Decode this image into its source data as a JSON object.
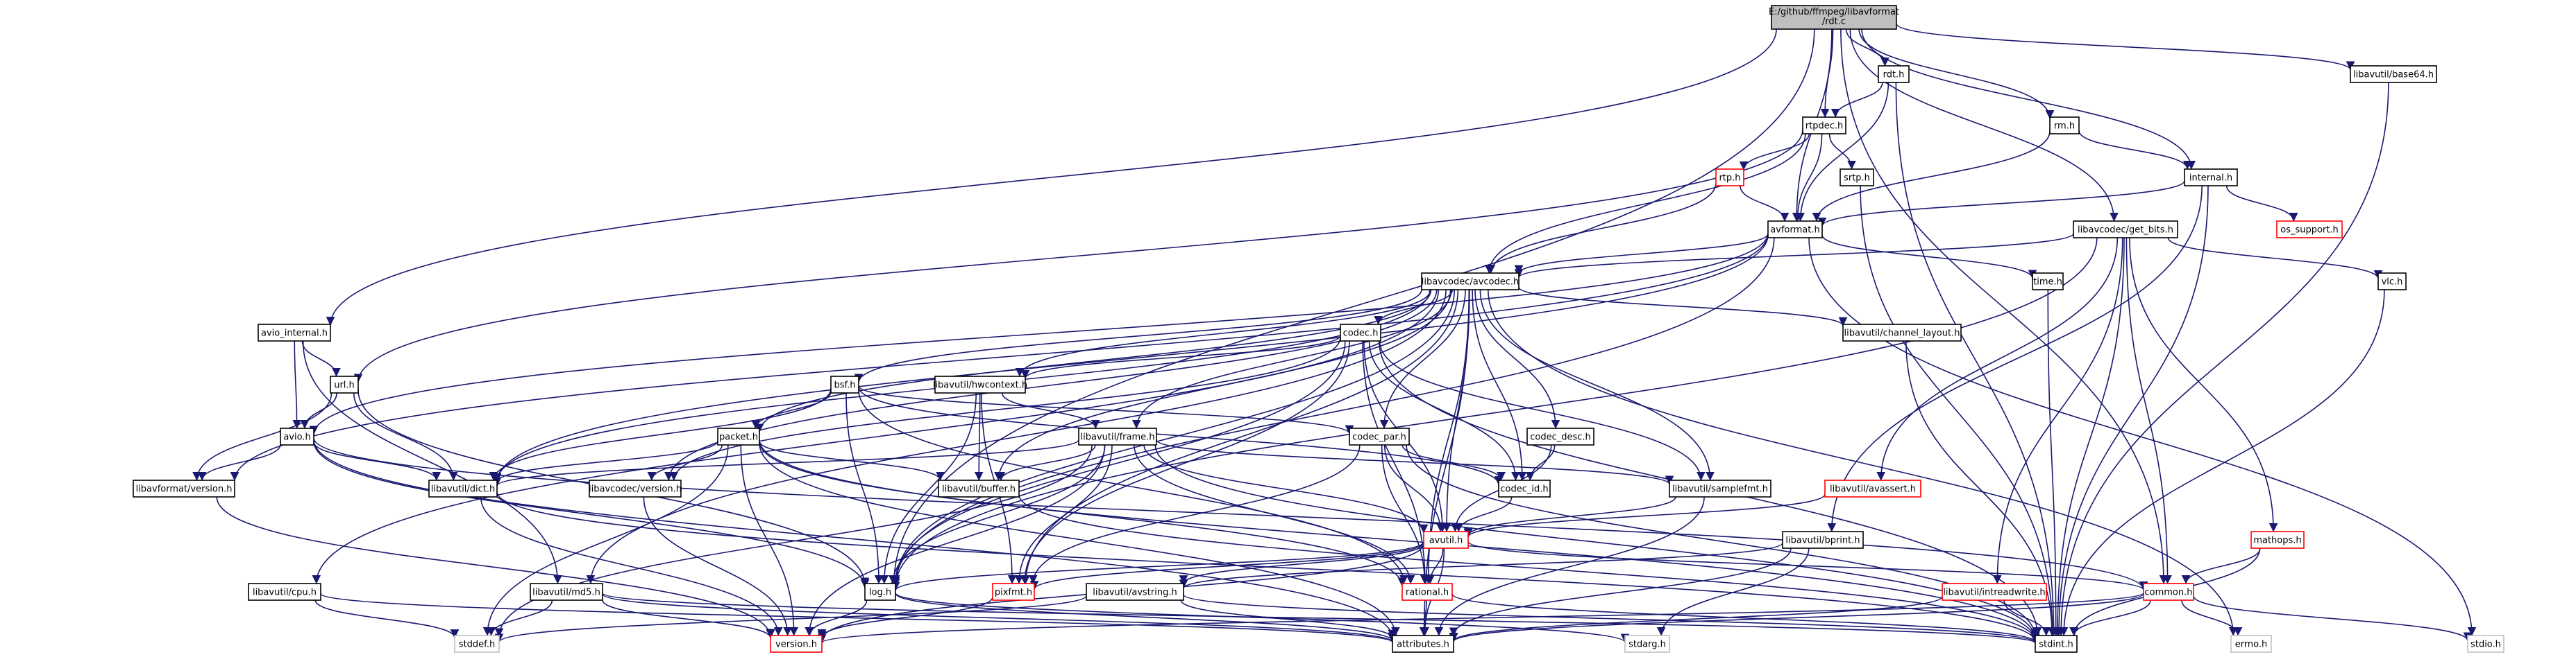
{
  "title": "E:/github/ffmpeg/libavformat/rdt.c",
  "colors": {
    "edge": "#191970",
    "node_border": "#000000",
    "node_fill": "#ffffff",
    "root_fill": "#bfbfbf",
    "external_border": "#ff0000",
    "system_border": "#bfbfbf",
    "system_text": "#7f7f7f"
  },
  "nodes": [
    {
      "id": "root",
      "lines": [
        "E:/github/ffmpeg/libavformat",
        "/rdt.c"
      ],
      "kind": "root"
    },
    {
      "id": "rdt_h",
      "label": "rdt.h",
      "kind": "local"
    },
    {
      "id": "base64",
      "label": "libavutil/base64.h",
      "kind": "local"
    },
    {
      "id": "rtpdec",
      "label": "rtpdec.h",
      "kind": "local"
    },
    {
      "id": "rm_h",
      "label": "rm.h",
      "kind": "local"
    },
    {
      "id": "rtp_h",
      "label": "rtp.h",
      "kind": "external"
    },
    {
      "id": "srtp",
      "label": "srtp.h",
      "kind": "local"
    },
    {
      "id": "internal",
      "label": "internal.h",
      "kind": "local"
    },
    {
      "id": "os_support",
      "label": "os_support.h",
      "kind": "external"
    },
    {
      "id": "avformat",
      "label": "avformat.h",
      "kind": "local"
    },
    {
      "id": "getbits",
      "label": "libavcodec/get_bits.h",
      "kind": "local"
    },
    {
      "id": "avcodec",
      "label": "libavcodec/avcodec.h",
      "kind": "local"
    },
    {
      "id": "time_h",
      "label": "time.h",
      "kind": "local"
    },
    {
      "id": "vlc",
      "label": "vlc.h",
      "kind": "local"
    },
    {
      "id": "avio_internal",
      "label": "avio_internal.h",
      "kind": "local"
    },
    {
      "id": "codec_h",
      "label": "codec.h",
      "kind": "local"
    },
    {
      "id": "chlayout",
      "label": "libavutil/channel_layout.h",
      "kind": "local"
    },
    {
      "id": "url",
      "label": "url.h",
      "kind": "local"
    },
    {
      "id": "bsf",
      "label": "bsf.h",
      "kind": "local"
    },
    {
      "id": "hwcontext",
      "label": "libavutil/hwcontext.h",
      "kind": "local"
    },
    {
      "id": "avio",
      "label": "avio.h",
      "kind": "local"
    },
    {
      "id": "packet",
      "label": "packet.h",
      "kind": "local"
    },
    {
      "id": "frame",
      "label": "libavutil/frame.h",
      "kind": "local"
    },
    {
      "id": "codec_par",
      "label": "codec_par.h",
      "kind": "local"
    },
    {
      "id": "codec_desc",
      "label": "codec_desc.h",
      "kind": "local"
    },
    {
      "id": "avassert",
      "label": "libavutil/avassert.h",
      "kind": "external"
    },
    {
      "id": "mathops",
      "label": "mathops.h",
      "kind": "external"
    },
    {
      "id": "fmtversion",
      "label": "libavformat/version.h",
      "kind": "local"
    },
    {
      "id": "dict",
      "label": "libavutil/dict.h",
      "kind": "local"
    },
    {
      "id": "codecversion",
      "label": "libavcodec/version.h",
      "kind": "local"
    },
    {
      "id": "buffer",
      "label": "libavutil/buffer.h",
      "kind": "local"
    },
    {
      "id": "codec_id",
      "label": "codec_id.h",
      "kind": "local"
    },
    {
      "id": "samplefmt",
      "label": "libavutil/samplefmt.h",
      "kind": "local"
    },
    {
      "id": "avutil",
      "label": "avutil.h",
      "kind": "external"
    },
    {
      "id": "bprint",
      "label": "libavutil/bprint.h",
      "kind": "local"
    },
    {
      "id": "cpu",
      "label": "libavutil/cpu.h",
      "kind": "local"
    },
    {
      "id": "md5",
      "label": "libavutil/md5.h",
      "kind": "local"
    },
    {
      "id": "log_h",
      "label": "log.h",
      "kind": "local"
    },
    {
      "id": "pixfmt",
      "label": "pixfmt.h",
      "kind": "external"
    },
    {
      "id": "avstring",
      "label": "libavutil/avstring.h",
      "kind": "local"
    },
    {
      "id": "rational",
      "label": "rational.h",
      "kind": "external"
    },
    {
      "id": "intreadwrite",
      "label": "libavutil/intreadwrite.h",
      "kind": "external"
    },
    {
      "id": "common",
      "label": "common.h",
      "kind": "external"
    },
    {
      "id": "stddef",
      "label": "stddef.h",
      "kind": "system"
    },
    {
      "id": "version",
      "label": "version.h",
      "kind": "external"
    },
    {
      "id": "attributes",
      "label": "attributes.h",
      "kind": "local"
    },
    {
      "id": "stdarg",
      "label": "stdarg.h",
      "kind": "system"
    },
    {
      "id": "stdint",
      "label": "stdint.h",
      "kind": "local"
    },
    {
      "id": "errno",
      "label": "errno.h",
      "kind": "system"
    },
    {
      "id": "stdio",
      "label": "stdio.h",
      "kind": "system"
    }
  ],
  "edges": [
    [
      "root",
      "rdt_h"
    ],
    [
      "root",
      "base64"
    ],
    [
      "root",
      "rtpdec"
    ],
    [
      "root",
      "rm_h"
    ],
    [
      "root",
      "internal"
    ],
    [
      "root",
      "avformat"
    ],
    [
      "root",
      "getbits"
    ],
    [
      "root",
      "avio_internal"
    ],
    [
      "root",
      "common"
    ],
    [
      "root",
      "log_h"
    ],
    [
      "rdt_h",
      "rtpdec"
    ],
    [
      "rdt_h",
      "avformat"
    ],
    [
      "rdt_h",
      "stdint"
    ],
    [
      "rm_h",
      "avformat"
    ],
    [
      "rm_h",
      "internal"
    ],
    [
      "base64",
      "stdint"
    ],
    [
      "rtpdec",
      "rtp_h"
    ],
    [
      "rtpdec",
      "srtp"
    ],
    [
      "rtpdec",
      "avformat"
    ],
    [
      "rtpdec",
      "url"
    ],
    [
      "rtpdec",
      "avcodec"
    ],
    [
      "rtp_h",
      "avformat"
    ],
    [
      "rtp_h",
      "avcodec"
    ],
    [
      "srtp",
      "stdint"
    ],
    [
      "internal",
      "os_support"
    ],
    [
      "internal",
      "avformat"
    ],
    [
      "internal",
      "stdint"
    ],
    [
      "internal",
      "bprint"
    ],
    [
      "avformat",
      "time_h"
    ],
    [
      "avformat",
      "stdio"
    ],
    [
      "avformat",
      "avcodec"
    ],
    [
      "avformat",
      "dict"
    ],
    [
      "avformat",
      "avio"
    ],
    [
      "avformat",
      "fmtversion"
    ],
    [
      "avformat",
      "log_h"
    ],
    [
      "time_h",
      "stdint"
    ],
    [
      "getbits",
      "avcodec"
    ],
    [
      "getbits",
      "vlc"
    ],
    [
      "getbits",
      "mathops"
    ],
    [
      "getbits",
      "stdint"
    ],
    [
      "getbits",
      "avassert"
    ],
    [
      "getbits",
      "intreadwrite"
    ],
    [
      "getbits",
      "common"
    ],
    [
      "getbits",
      "log_h"
    ],
    [
      "vlc",
      "stdint"
    ],
    [
      "mathops",
      "common"
    ],
    [
      "mathops",
      "stdint"
    ],
    [
      "avcodec",
      "codec_h"
    ],
    [
      "avcodec",
      "chlayout"
    ],
    [
      "avcodec",
      "bsf"
    ],
    [
      "avcodec",
      "hwcontext"
    ],
    [
      "avcodec",
      "packet"
    ],
    [
      "avcodec",
      "frame"
    ],
    [
      "avcodec",
      "codec_par"
    ],
    [
      "avcodec",
      "codec_desc"
    ],
    [
      "avcodec",
      "codec_id"
    ],
    [
      "avcodec",
      "samplefmt"
    ],
    [
      "avcodec",
      "avutil"
    ],
    [
      "avcodec",
      "buffer"
    ],
    [
      "avcodec",
      "dict"
    ],
    [
      "avcodec",
      "codecversion"
    ],
    [
      "avcodec",
      "cpu"
    ],
    [
      "avcodec",
      "log_h"
    ],
    [
      "avcodec",
      "pixfmt"
    ],
    [
      "avcodec",
      "rational"
    ],
    [
      "avcodec",
      "attributes"
    ],
    [
      "avcodec",
      "errno"
    ],
    [
      "avcodec",
      "md5"
    ],
    [
      "chlayout",
      "stdint"
    ],
    [
      "codec_h",
      "hwcontext"
    ],
    [
      "codec_h",
      "codec_id"
    ],
    [
      "codec_h",
      "codecversion"
    ],
    [
      "codec_h",
      "samplefmt"
    ],
    [
      "codec_h",
      "avutil"
    ],
    [
      "codec_h",
      "log_h"
    ],
    [
      "codec_h",
      "pixfmt"
    ],
    [
      "codec_h",
      "rational"
    ],
    [
      "codec_h",
      "stdint"
    ],
    [
      "hwcontext",
      "buffer"
    ],
    [
      "hwcontext",
      "frame"
    ],
    [
      "hwcontext",
      "log_h"
    ],
    [
      "hwcontext",
      "pixfmt"
    ],
    [
      "bsf",
      "packet"
    ],
    [
      "bsf",
      "codec_par"
    ],
    [
      "bsf",
      "codec_id"
    ],
    [
      "bsf",
      "dict"
    ],
    [
      "bsf",
      "log_h"
    ],
    [
      "bsf",
      "rational"
    ],
    [
      "packet",
      "dict"
    ],
    [
      "packet",
      "buffer"
    ],
    [
      "packet",
      "codecversion"
    ],
    [
      "packet",
      "attributes"
    ],
    [
      "packet",
      "rational"
    ],
    [
      "packet",
      "stdint"
    ],
    [
      "packet",
      "stddef"
    ],
    [
      "packet",
      "version"
    ],
    [
      "frame",
      "avutil"
    ],
    [
      "frame",
      "buffer"
    ],
    [
      "frame",
      "dict"
    ],
    [
      "frame",
      "rational"
    ],
    [
      "frame",
      "samplefmt"
    ],
    [
      "frame",
      "pixfmt"
    ],
    [
      "frame",
      "version"
    ],
    [
      "frame",
      "stddef"
    ],
    [
      "frame",
      "stdint"
    ],
    [
      "frame",
      "log_h"
    ],
    [
      "codec_par",
      "codec_id"
    ],
    [
      "codec_par",
      "avutil"
    ],
    [
      "codec_par",
      "rational"
    ],
    [
      "codec_par",
      "pixfmt"
    ],
    [
      "codec_par",
      "stdint"
    ],
    [
      "codec_desc",
      "codec_id"
    ],
    [
      "codec_desc",
      "avutil"
    ],
    [
      "codec_id",
      "avutil"
    ],
    [
      "samplefmt",
      "avutil"
    ],
    [
      "samplefmt",
      "attributes"
    ],
    [
      "avassert",
      "avutil"
    ],
    [
      "avio_internal",
      "avio"
    ],
    [
      "avio_internal",
      "url"
    ],
    [
      "avio_internal",
      "md5"
    ],
    [
      "url",
      "avio"
    ],
    [
      "url",
      "fmtversion"
    ],
    [
      "url",
      "dict"
    ],
    [
      "url",
      "log_h"
    ],
    [
      "avio",
      "dict"
    ],
    [
      "avio",
      "log_h"
    ],
    [
      "avio",
      "fmtversion"
    ],
    [
      "avio",
      "common"
    ],
    [
      "avio",
      "attributes"
    ],
    [
      "fmtversion",
      "version"
    ],
    [
      "dict",
      "stdint"
    ],
    [
      "dict",
      "version"
    ],
    [
      "codecversion",
      "version"
    ],
    [
      "buffer",
      "stdint"
    ],
    [
      "avutil",
      "log_h"
    ],
    [
      "avutil",
      "pixfmt"
    ],
    [
      "avutil",
      "rational"
    ],
    [
      "avutil",
      "common"
    ],
    [
      "avutil",
      "version"
    ],
    [
      "avutil",
      "attributes"
    ],
    [
      "avutil",
      "avstring"
    ],
    [
      "bprint",
      "avstring"
    ],
    [
      "bprint",
      "attributes"
    ],
    [
      "bprint",
      "stdarg"
    ],
    [
      "cpu",
      "stddef"
    ],
    [
      "cpu",
      "attributes"
    ],
    [
      "md5",
      "stddef"
    ],
    [
      "md5",
      "stdint"
    ],
    [
      "md5",
      "attributes"
    ],
    [
      "md5",
      "version"
    ],
    [
      "log_h",
      "stdarg"
    ],
    [
      "log_h",
      "version"
    ],
    [
      "log_h",
      "attributes"
    ],
    [
      "pixfmt",
      "version"
    ],
    [
      "avstring",
      "stddef"
    ],
    [
      "avstring",
      "stdint"
    ],
    [
      "avstring",
      "attributes"
    ],
    [
      "rational",
      "attributes"
    ],
    [
      "rational",
      "stdint"
    ],
    [
      "intreadwrite",
      "stdint"
    ],
    [
      "intreadwrite",
      "attributes"
    ],
    [
      "common",
      "errno"
    ],
    [
      "common",
      "stdio"
    ],
    [
      "common",
      "stdint"
    ],
    [
      "common",
      "attributes"
    ],
    [
      "common",
      "version"
    ]
  ]
}
